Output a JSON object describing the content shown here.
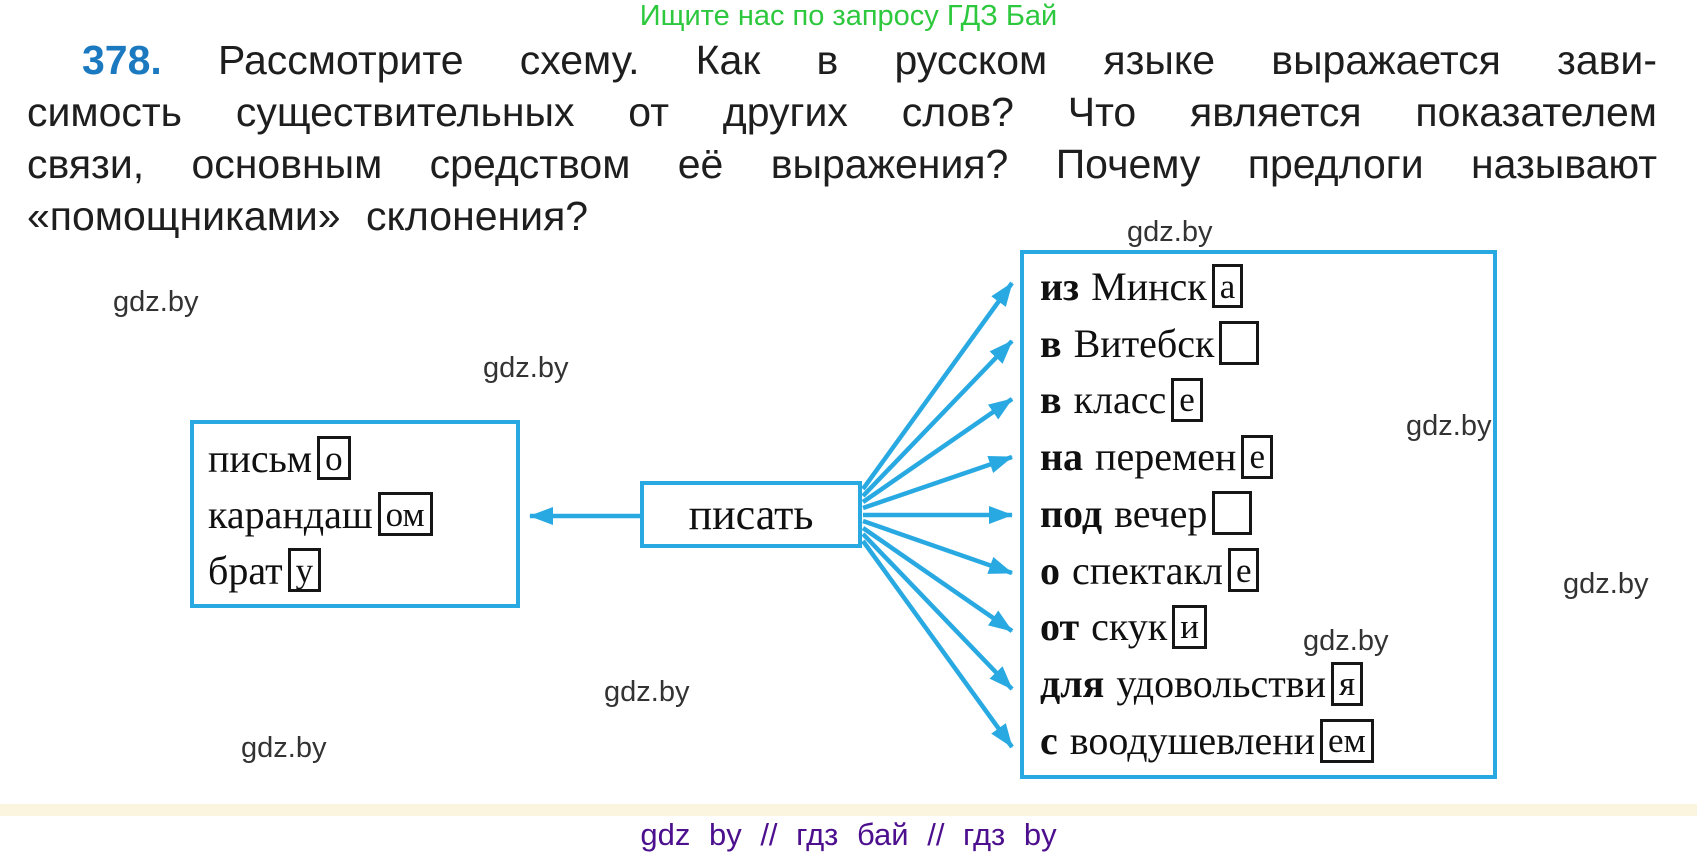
{
  "promo": {
    "text": "Ищите нас по запросу ГДЗ Бай"
  },
  "exercise": {
    "number": "378.",
    "line1": "Рассмотрите схему. Как в русском языке выражается зави-",
    "line2": "симость существительных от других слов? Что является показателем",
    "line3": "связи, основным средством её выражения? Почему предлоги называют",
    "line4": "«помощниками» склонения?"
  },
  "diagram": {
    "center_word": "писать",
    "left_box": {
      "items": [
        {
          "stem": "письм",
          "ending": "о"
        },
        {
          "stem": "карандаш",
          "ending": "ом"
        },
        {
          "stem": "брат",
          "ending": "у"
        }
      ]
    },
    "right_box": {
      "items": [
        {
          "prep": "из",
          "stem": "Минск",
          "ending": "а"
        },
        {
          "prep": "в",
          "stem": "Витебск",
          "ending": ""
        },
        {
          "prep": "в",
          "stem": "класс",
          "ending": "е"
        },
        {
          "prep": "на",
          "stem": "перемен",
          "ending": "е"
        },
        {
          "prep": "под",
          "stem": "вечер",
          "ending": ""
        },
        {
          "prep": "о",
          "stem": "спектакл",
          "ending": "е"
        },
        {
          "prep": "от",
          "stem": "скук",
          "ending": "и"
        },
        {
          "prep": "для",
          "stem": "удовольстви",
          "ending": "я"
        },
        {
          "prep": "с",
          "stem": "воодушевлени",
          "ending": "ем"
        }
      ]
    }
  },
  "watermark": {
    "label": "gdz.by"
  },
  "footer": {
    "text": "gdz by // гдз бай // гдз by"
  },
  "colors": {
    "accent_blue": "#29a9e1",
    "number_blue": "#1b79c0",
    "promo_green": "#2dc83e",
    "footer_purple": "#4c0f8d",
    "strip_cream": "#fbf5df"
  }
}
